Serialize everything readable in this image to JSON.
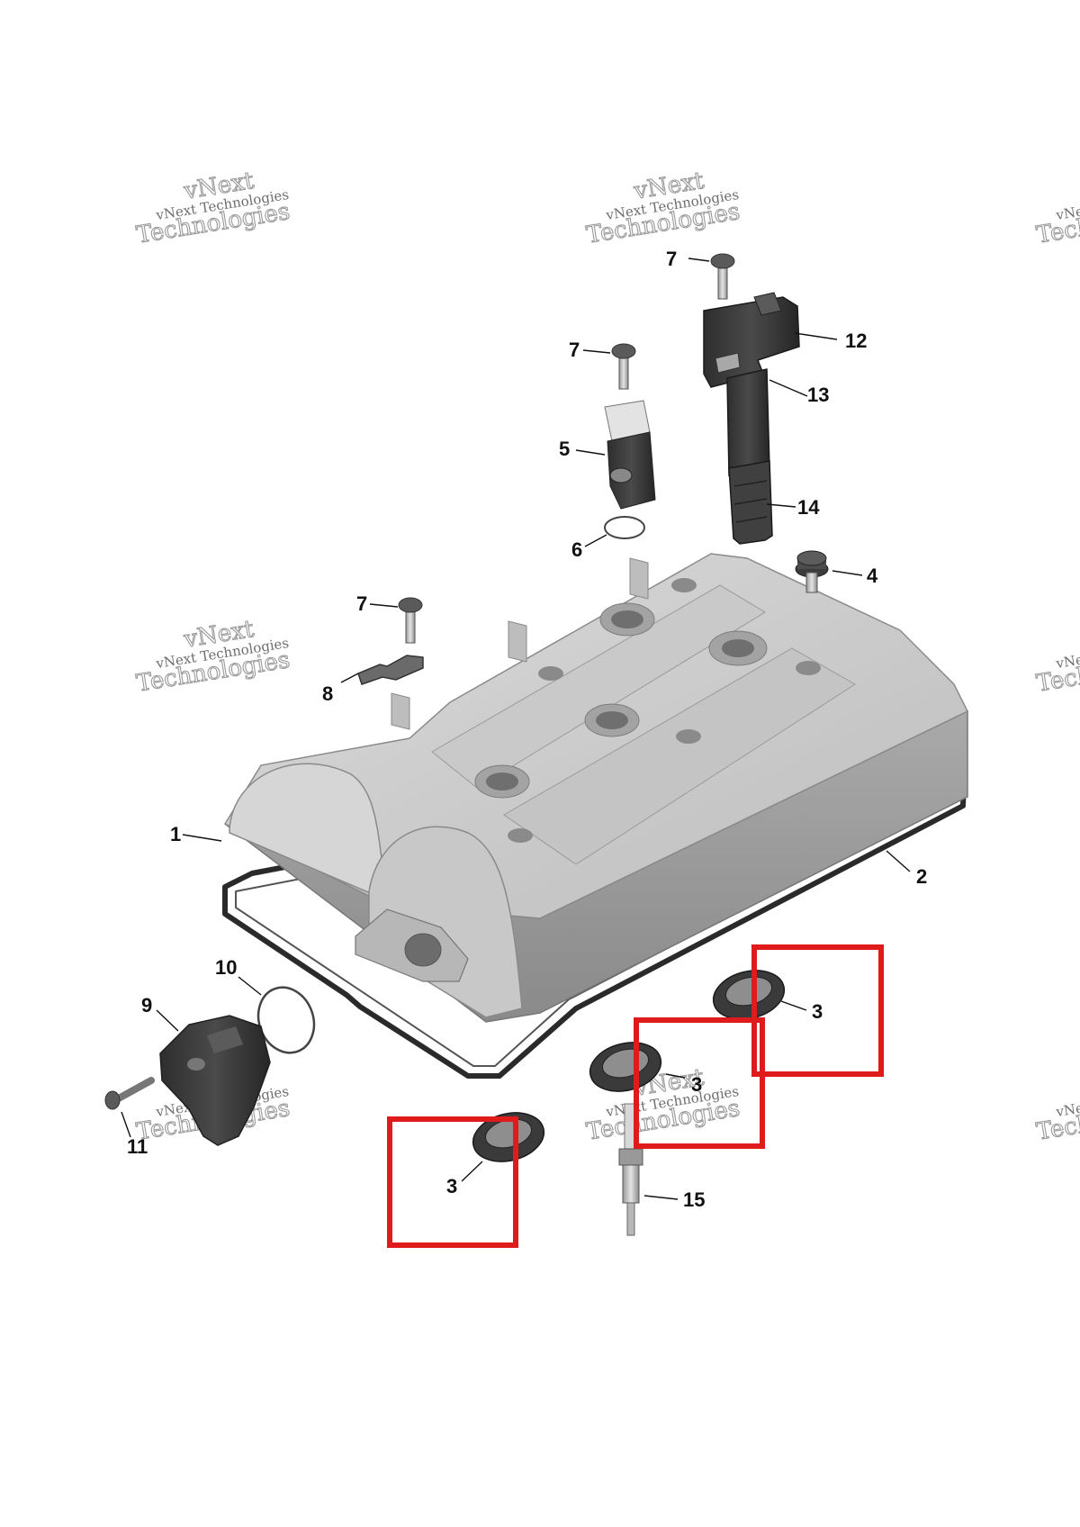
{
  "watermark": {
    "line1": "vNext Technologies",
    "line2": "vNext",
    "line3": "Technologies"
  },
  "colors": {
    "cover_light": "#d2d2d2",
    "cover_mid": "#b9b9b9",
    "cover_dark": "#8c8c8c",
    "part_dark": "#3a3a3a",
    "highlight": "#e01b1b"
  },
  "callouts": [
    {
      "id": "part-1-valve-cover",
      "label": "1"
    },
    {
      "id": "part-2-gasket",
      "label": "2"
    },
    {
      "id": "part-3-seal-right",
      "label": "3"
    },
    {
      "id": "part-3-seal-middle",
      "label": "3"
    },
    {
      "id": "part-3-seal-left",
      "label": "3"
    },
    {
      "id": "part-4-plug-screw",
      "label": "4"
    },
    {
      "id": "part-5-sensor",
      "label": "5"
    },
    {
      "id": "part-6-o-ring",
      "label": "6"
    },
    {
      "id": "part-7-screw-top",
      "label": "7"
    },
    {
      "id": "part-7-screw-sensor",
      "label": "7"
    },
    {
      "id": "part-7-screw-bracket",
      "label": "7"
    },
    {
      "id": "part-8-bracket",
      "label": "8"
    },
    {
      "id": "part-9-actuator",
      "label": "9"
    },
    {
      "id": "part-10-o-ring",
      "label": "10"
    },
    {
      "id": "part-11-screw",
      "label": "11"
    },
    {
      "id": "part-12-coil-connector",
      "label": "12"
    },
    {
      "id": "part-13-ignition-coil",
      "label": "13"
    },
    {
      "id": "part-14-coil-boot",
      "label": "14"
    },
    {
      "id": "part-15-spark-plug",
      "label": "15"
    }
  ]
}
